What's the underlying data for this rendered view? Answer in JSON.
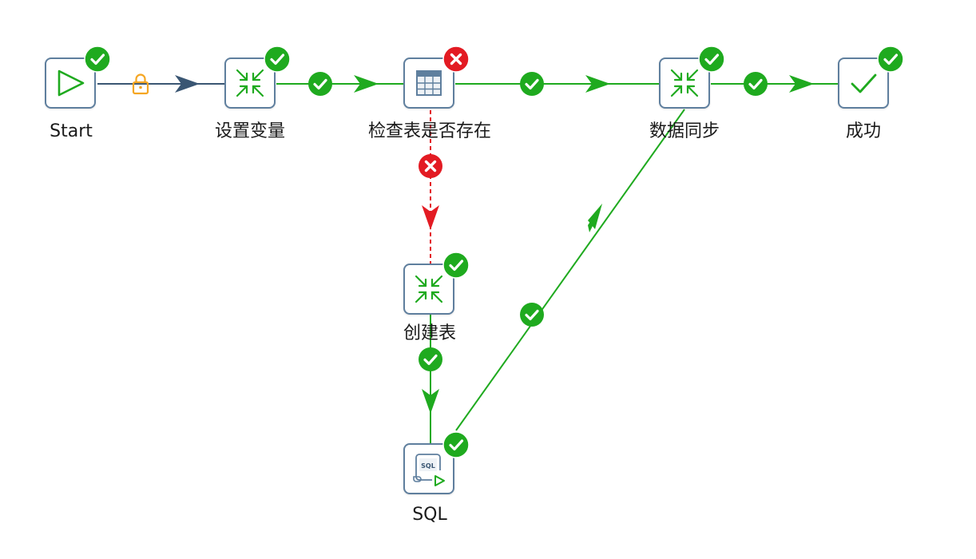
{
  "colors": {
    "node_border": "#5f7f9e",
    "success": "#1faa1f",
    "error": "#e31b23",
    "lock": "#f5a623",
    "default_hop": "#3a5673"
  },
  "nodes": {
    "start": {
      "label": "Start",
      "icon": "play-icon",
      "status": "success"
    },
    "set_variables": {
      "label": "设置变量",
      "icon": "set-variables-icon",
      "status": "success"
    },
    "check_table": {
      "label": "检查表是否存在",
      "icon": "table-icon",
      "status": "error"
    },
    "data_sync": {
      "label": "数据同步",
      "icon": "set-variables-icon",
      "status": "success"
    },
    "success": {
      "label": "成功",
      "icon": "checkmark-icon",
      "status": "success"
    },
    "create_table": {
      "label": "创建表",
      "icon": "set-variables-icon",
      "status": "success"
    },
    "sql": {
      "label": "SQL",
      "icon": "sql-script-icon",
      "status": "success",
      "icon_text": "SQL"
    }
  },
  "hops": [
    {
      "from": "start",
      "to": "set_variables",
      "type": "unconditional",
      "marker": "lock-icon"
    },
    {
      "from": "set_variables",
      "to": "check_table",
      "type": "success",
      "marker": "check-icon"
    },
    {
      "from": "check_table",
      "to": "data_sync",
      "type": "success",
      "marker": "check-icon"
    },
    {
      "from": "data_sync",
      "to": "success",
      "type": "success",
      "marker": "check-icon"
    },
    {
      "from": "check_table",
      "to": "create_table",
      "type": "error",
      "marker": "error-icon"
    },
    {
      "from": "create_table",
      "to": "sql",
      "type": "success",
      "marker": "check-icon"
    },
    {
      "from": "sql",
      "to": "data_sync",
      "type": "success",
      "marker": "check-icon"
    }
  ]
}
